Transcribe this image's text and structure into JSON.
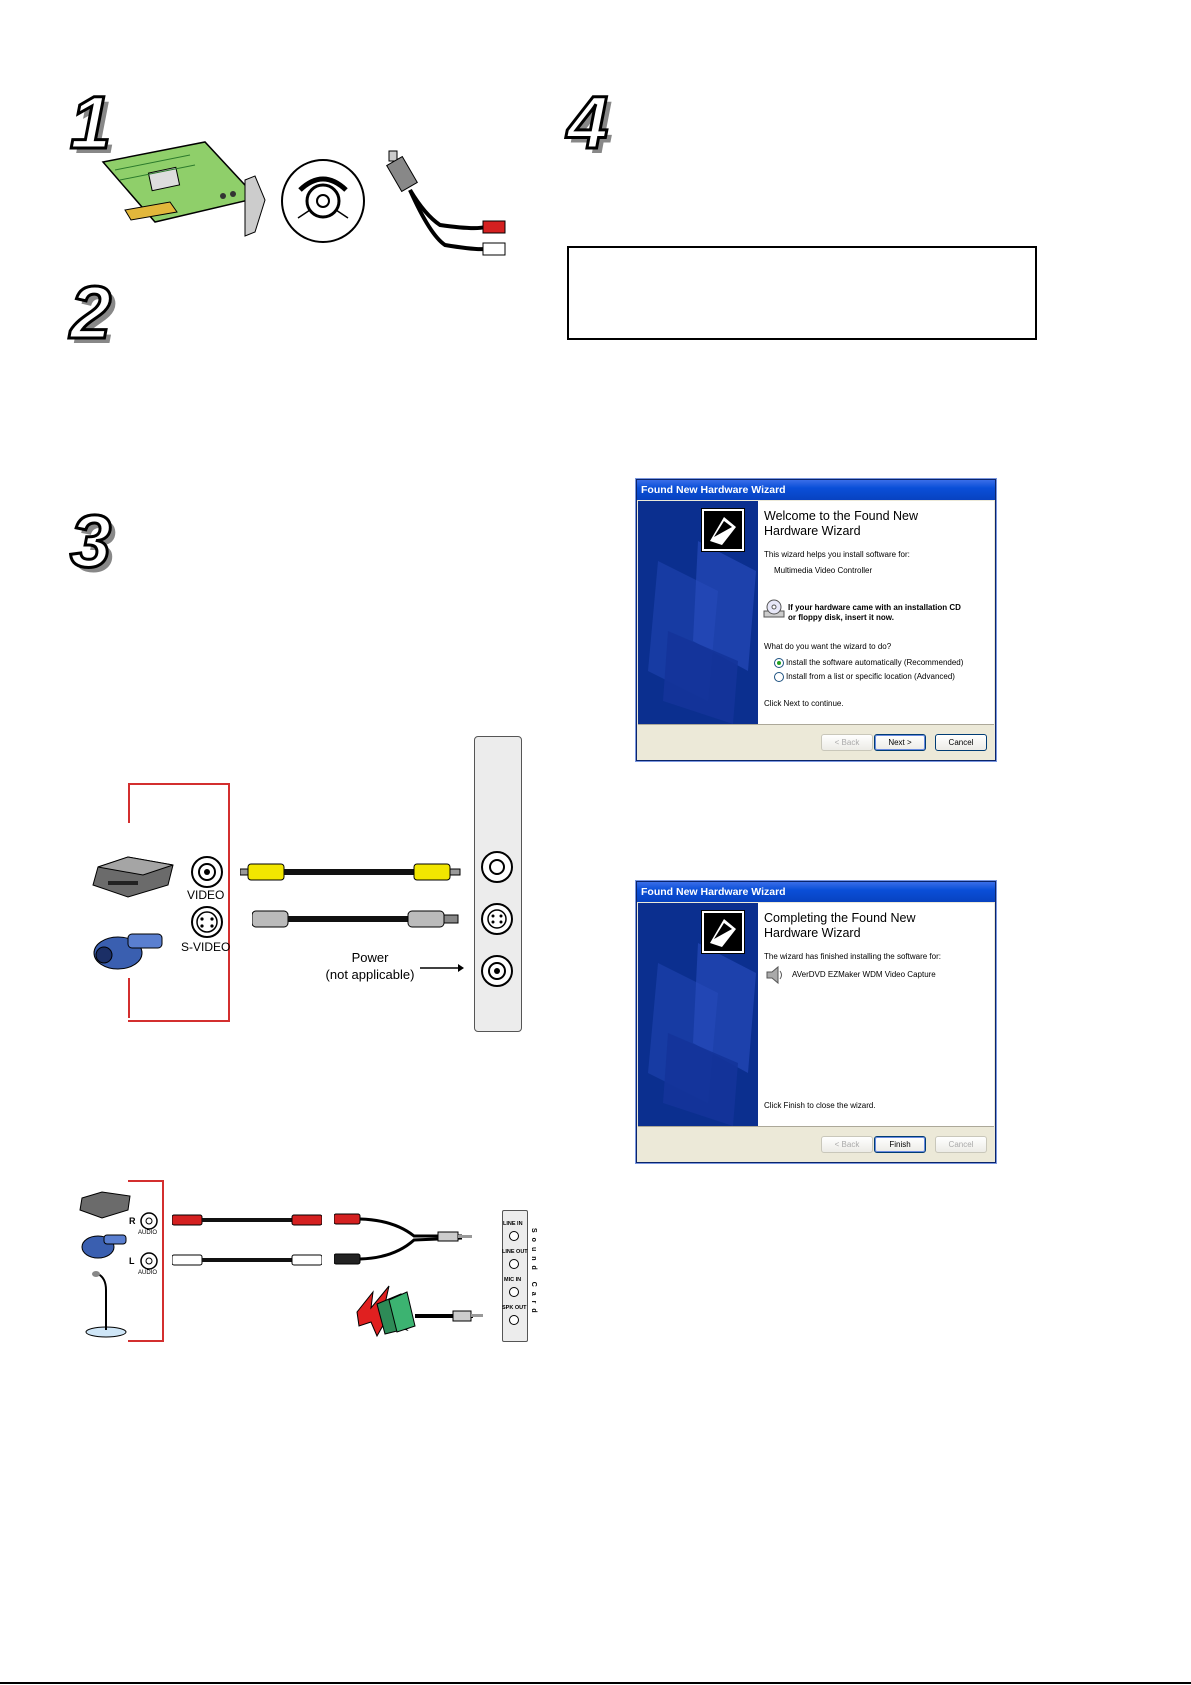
{
  "steps": {
    "step1": "1",
    "step2": "2",
    "step3": "3",
    "step4": "4"
  },
  "connection_diagram": {
    "video_label": "VIDEO",
    "svideo_label": "S-VIDEO",
    "power_label_line1": "Power",
    "power_label_line2": "(not applicable)"
  },
  "audio_diagram": {
    "right_channel": "R",
    "left_channel": "L",
    "audio_label": "AUDIO",
    "soundcard_ports": [
      "LINE IN",
      "LINE OUT",
      "MIC IN",
      "SPK OUT"
    ],
    "soundcard_label": "Sound Card"
  },
  "wizard1": {
    "title_bar": "Found New Hardware Wizard",
    "heading_line1": "Welcome to the Found New",
    "heading_line2": "Hardware Wizard",
    "intro": "This wizard helps you install software for:",
    "device": "Multimedia Video Controller",
    "cd_line1": "If your hardware came with an installation CD",
    "cd_line2": "or floppy disk, insert it now.",
    "question": "What do you want the wizard to do?",
    "option_auto": "Install the software automatically (Recommended)",
    "option_manual": "Install from a list or specific location (Advanced)",
    "continue_text": "Click Next to continue.",
    "back_button": "< Back",
    "next_button": "Next >",
    "cancel_button": "Cancel"
  },
  "wizard2": {
    "title_bar": "Found New Hardware Wizard",
    "heading_line1": "Completing the Found New",
    "heading_line2": "Hardware Wizard",
    "finished_text": "The wizard has finished installing the software for:",
    "device": "AVerDVD EZMaker WDM Video Capture",
    "close_text": "Click Finish to close the wizard.",
    "back_button": "< Back",
    "finish_button": "Finish",
    "cancel_button": "Cancel"
  },
  "colors": {
    "wizard_side": "#0b2f8f",
    "titlebar": "#0a4fd8",
    "frame_red": "#d32f2f",
    "rca_yellow": "#f2e600",
    "rca_red": "#d42020"
  }
}
